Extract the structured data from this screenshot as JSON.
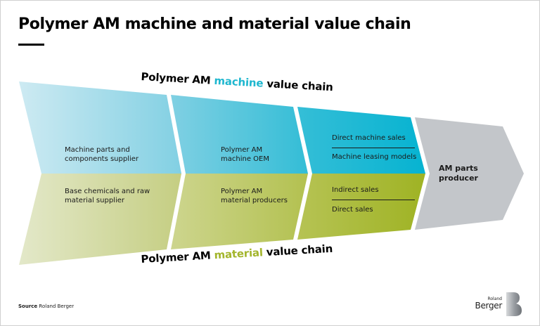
{
  "title": "Polymer AM machine and material value chain",
  "machine_chain_label": {
    "prefix": "Polymer AM ",
    "highlight": "machine",
    "suffix": " value chain"
  },
  "material_chain_label": {
    "prefix": "Polymer AM ",
    "highlight": "material",
    "suffix": " value chain"
  },
  "machine_chain": {
    "stage1": [
      "Machine parts and",
      "components supplier"
    ],
    "stage2": [
      "Polymer AM",
      "machine OEM"
    ],
    "stage3_items": [
      "Direct machine sales",
      "Machine leasing models"
    ]
  },
  "material_chain": {
    "stage1": [
      "Base chemicals and raw",
      "material supplier"
    ],
    "stage2": [
      "Polymer AM",
      "material producers"
    ],
    "stage3_items": [
      "Indirect sales",
      "Direct sales"
    ]
  },
  "final_stage": [
    "AM parts",
    "producer"
  ],
  "colors": {
    "machine_light": "#c9e9f1",
    "machine_mid": "#7ccfe1",
    "machine_dark": "#13b5d2",
    "material_light": "#e3e8c8",
    "material_mid": "#c3cc7e",
    "material_dark": "#a2b428",
    "final_gray": "#c3c6ca"
  },
  "source": {
    "label": "Source",
    "text": "Roland Berger"
  },
  "logo": {
    "small": "Roland",
    "large": "Berger"
  }
}
